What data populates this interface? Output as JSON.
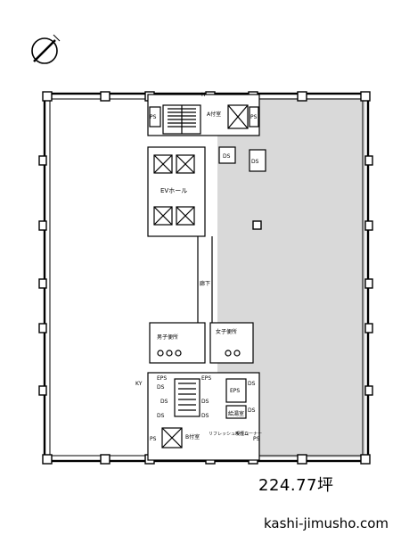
{
  "area": "224.77坪",
  "site": "kashi-jimusho.com",
  "labels": {
    "a_stair": "A付室",
    "b_stair": "B付室",
    "ev_hall": "EVホール",
    "corridor": "廊下",
    "men_wc": "男子便所",
    "women_wc": "女子便所",
    "ps": "PS",
    "ds": "DS",
    "eps": "EPS",
    "kyutou": "給湯室",
    "refresh": "リフレッシュルーム",
    "smoking": "喫煙コーナー",
    "h": "H",
    "ky": "KY"
  },
  "colors": {
    "rent_area": "#d9d9d9",
    "line": "#000000",
    "background": "#ffffff"
  },
  "icons": [
    "compass-icon"
  ]
}
